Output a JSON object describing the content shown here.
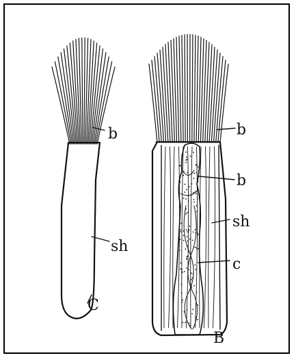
{
  "figures": [
    {
      "id": "C",
      "panel_label": "C",
      "labels": [
        {
          "text": "b"
        },
        {
          "text": "sh"
        }
      ]
    },
    {
      "id": "B",
      "panel_label": "B",
      "labels": [
        {
          "text": "b"
        },
        {
          "text": "b"
        },
        {
          "text": "sh"
        },
        {
          "text": "c"
        }
      ]
    }
  ],
  "colors": {
    "ink": "#111111",
    "background": "#ffffff"
  }
}
